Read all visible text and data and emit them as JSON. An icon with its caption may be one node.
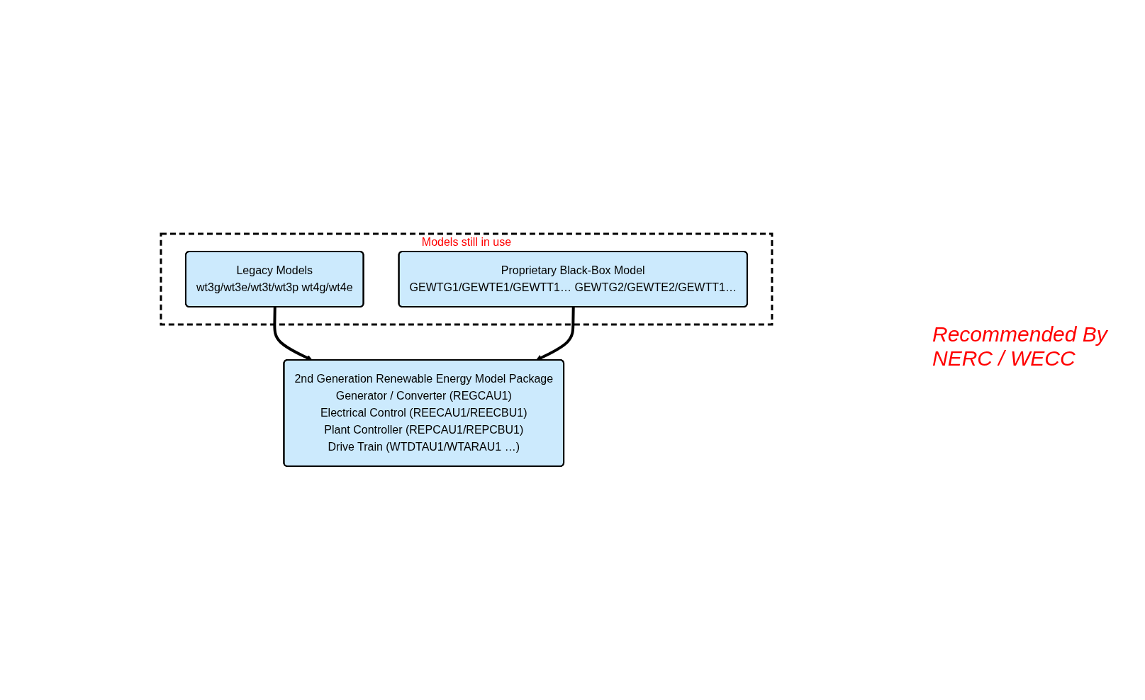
{
  "diagram": {
    "nodes": [
      {
        "text": [
          "Models still in use"
        ]
      },
      {
        "text": [
          "Legacy Models",
          "wt3g/wt3e/wt3t/wt3p wt4g/wt4e"
        ],
        "in": 0
      },
      {
        "text": [
          "Proprietary Black-Box Model",
          "GEWTG1/GEWTE1/GEWTT1… GEWTG2/GEWTE2/GEWTT1…"
        ],
        "in": 0
      },
      {
        "text": [
          "2nd Generation Renewable Energy Model Package",
          "Generator / Converter (REGCAU1)",
          "Electrical Control (REECAU1/REECBU1)",
          "Plant Controller (REPCAU1/REPCBU1)",
          "Drive Train (WTDTAU1/WTARAU1 …)"
        ]
      }
    ],
    "edges": [
      {
        "from": 1,
        "to": 3,
        "arrow": "to"
      },
      {
        "from": 2,
        "to": 3,
        "arrow": "to"
      }
    ],
    "labels": [
      "Recommended By NERC / WECC"
    ]
  }
}
